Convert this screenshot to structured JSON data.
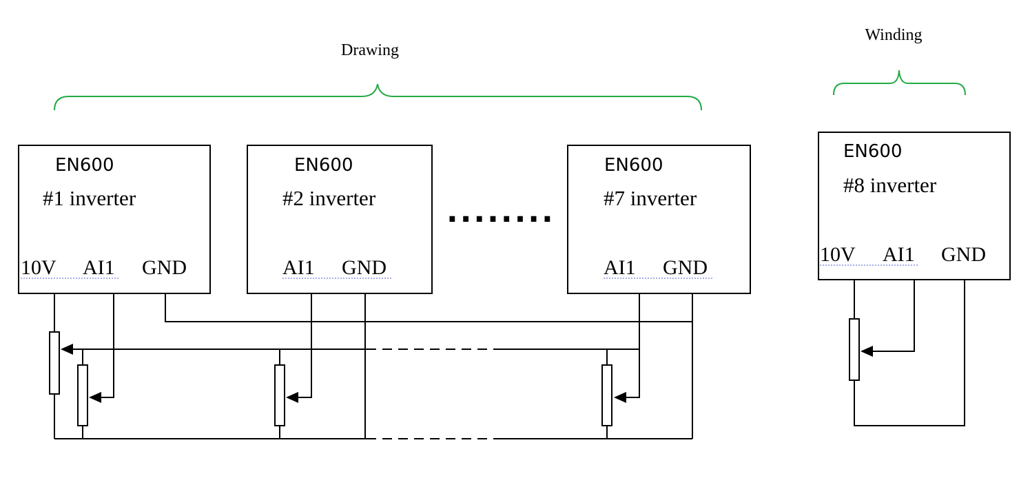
{
  "groups": {
    "drawing": "Drawing",
    "winding": "Winding"
  },
  "inverters": [
    {
      "model": "EN600",
      "label": "#1 inverter",
      "terminals": [
        "10V",
        "AI1",
        "GND"
      ]
    },
    {
      "model": "EN600",
      "label": "#2 inverter",
      "terminals": [
        "AI1",
        "GND"
      ]
    },
    {
      "model": "EN600",
      "label": "#7 inverter",
      "terminals": [
        "AI1",
        "GND"
      ]
    },
    {
      "model": "EN600",
      "label": "#8 inverter",
      "terminals": [
        "10V",
        "AI1",
        "GND"
      ]
    }
  ],
  "ellipsis": "........",
  "colors": {
    "brace": "#22aa44",
    "wire": "#000000",
    "spellcheck": "#4a5ad8"
  }
}
